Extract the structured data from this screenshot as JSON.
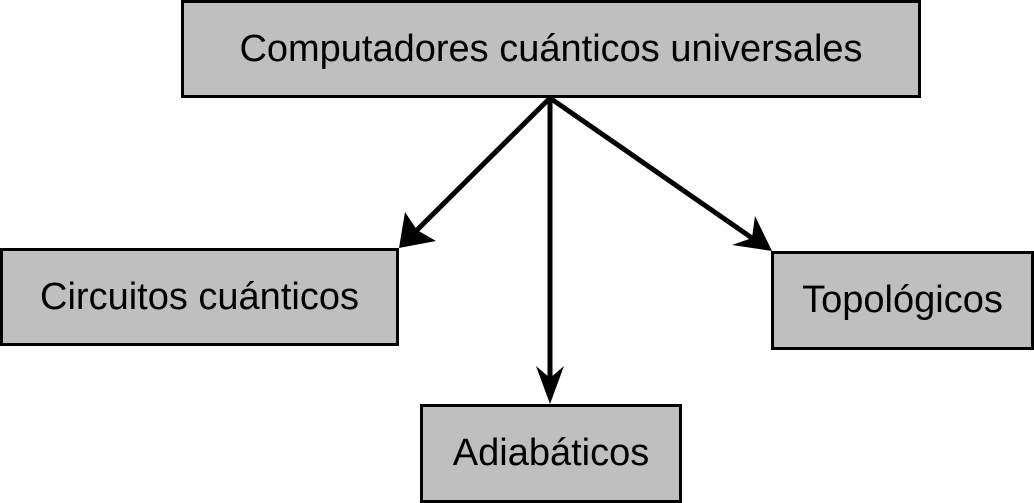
{
  "root": {
    "label": "Computadores cuánticos universales"
  },
  "children": [
    {
      "label": "Circuitos cuánticos"
    },
    {
      "label": "Adiabáticos"
    },
    {
      "label": "Topológicos"
    }
  ],
  "colors": {
    "node_fill": "#bfbfbf",
    "stroke": "#000000",
    "background": "#ffffff"
  }
}
